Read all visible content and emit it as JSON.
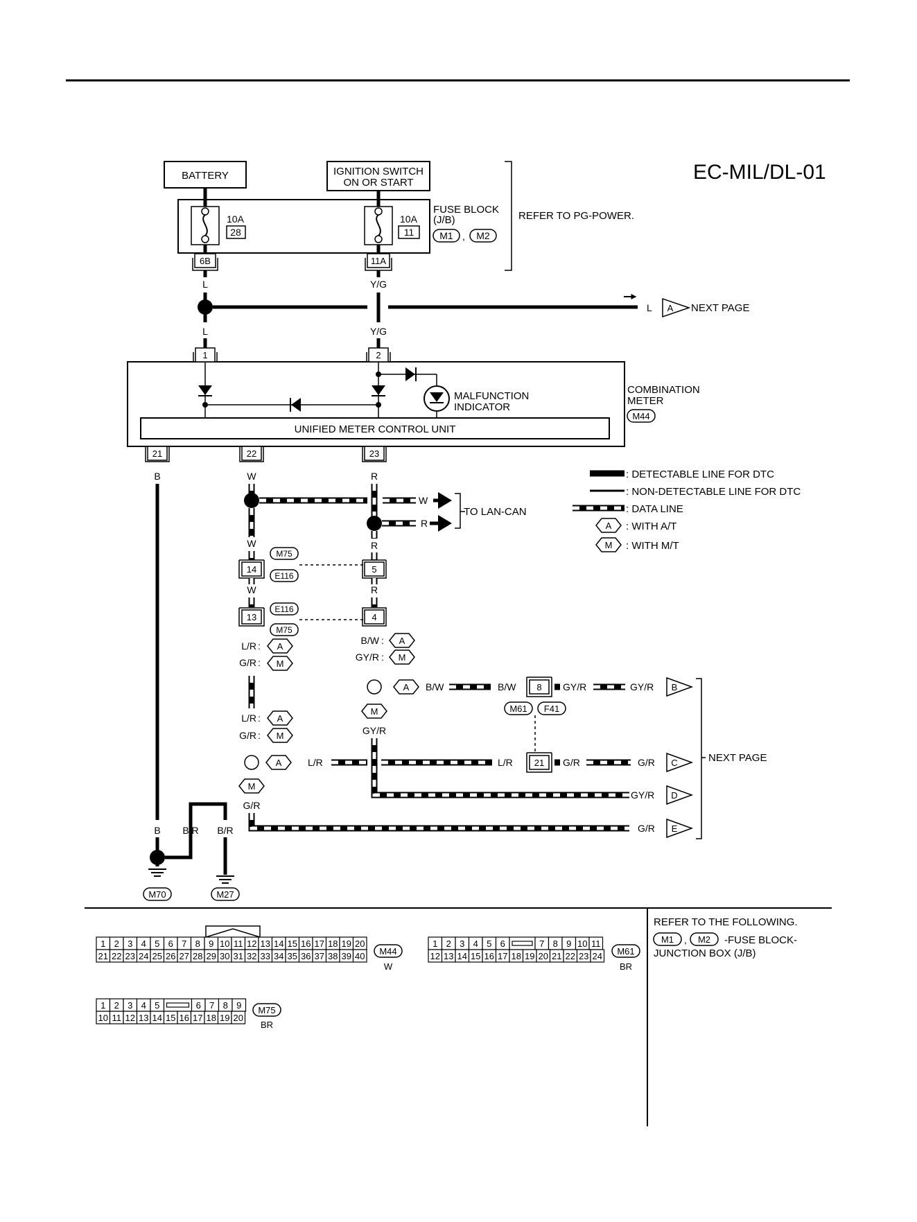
{
  "diagram_code": "EC-MIL/DL-01",
  "power": {
    "battery": "BATTERY",
    "ignition_line1": "IGNITION SWITCH",
    "ignition_line2": "ON OR START",
    "fuse_left_amp": "10A",
    "fuse_left_no": "28",
    "fuse_right_amp": "10A",
    "fuse_right_no": "11",
    "fuse_block_line1": "FUSE BLOCK",
    "fuse_block_line2": "(J/B)",
    "fuse_block_conn1": "M1",
    "fuse_block_conn2": "M2",
    "comma": ",",
    "refer_pg": "REFER TO PG-POWER.",
    "term_left": "6B",
    "term_right": "11A"
  },
  "wires": {
    "L": "L",
    "YG": "Y/G",
    "W": "W",
    "R": "R",
    "B": "B",
    "BR": "B/R",
    "LR": "L/R",
    "GR": "G/R",
    "BW": "B/W",
    "GYR": "GY/R",
    "sep": ":"
  },
  "meter": {
    "pin1": "1",
    "pin2": "2",
    "pin21": "21",
    "pin22": "22",
    "pin23": "23",
    "mi_line1": "MALFUNCTION",
    "mi_line2": "INDICATOR",
    "unit": "UNIFIED METER CONTROL UNIT",
    "name_line1": "COMBINATION",
    "name_line2": "METER",
    "conn": "M44"
  },
  "refs": {
    "next_page": "NEXT PAGE",
    "to_lan_can": "TO LAN-CAN",
    "A": "A",
    "B": "B",
    "C": "C",
    "D": "D",
    "E": "E",
    "M": "M"
  },
  "legend": {
    "detectable": ": DETECTABLE LINE FOR DTC",
    "non_detectable": ": NON-DETECTABLE LINE FOR DTC",
    "data_line": ": DATA LINE",
    "with_at": ": WITH A/T",
    "with_mt": ": WITH M/T"
  },
  "connectors": {
    "M75": "M75",
    "E116": "E116",
    "M61": "M61",
    "F41": "F41",
    "M70": "M70",
    "M27": "M27",
    "M44": "M44",
    "pin14": "14",
    "pin13": "13",
    "pin5": "5",
    "pin4": "4",
    "pin8": "8",
    "pin21": "21"
  },
  "connector_tables": {
    "m44": {
      "name": "M44",
      "color": "W",
      "row1": [
        "1",
        "2",
        "3",
        "4",
        "5",
        "6",
        "7",
        "8",
        "9",
        "10",
        "11",
        "12",
        "13",
        "14",
        "15",
        "16",
        "17",
        "18",
        "19",
        "20"
      ],
      "row2": [
        "21",
        "22",
        "23",
        "24",
        "25",
        "26",
        "27",
        "28",
        "29",
        "30",
        "31",
        "32",
        "33",
        "34",
        "35",
        "36",
        "37",
        "38",
        "39",
        "40"
      ]
    },
    "m61": {
      "name": "M61",
      "color": "BR",
      "row1": [
        "1",
        "2",
        "3",
        "4",
        "5",
        "6",
        "7",
        "8",
        "9",
        "10",
        "11"
      ],
      "row2": [
        "12",
        "13",
        "14",
        "15",
        "16",
        "17",
        "18",
        "19",
        "20",
        "21",
        "22",
        "23",
        "24"
      ]
    },
    "m75": {
      "name": "M75",
      "color": "BR",
      "row1": [
        "1",
        "2",
        "3",
        "4",
        "5",
        "6",
        "7",
        "8",
        "9"
      ],
      "row2": [
        "10",
        "11",
        "12",
        "13",
        "14",
        "15",
        "16",
        "17",
        "18",
        "19",
        "20"
      ]
    }
  },
  "refer_following": {
    "line1": "REFER TO THE FOLLOWING.",
    "conn1": "M1",
    "conn2": "M2",
    "comma": ",",
    "text": "-FUSE BLOCK-",
    "line3": "JUNCTION BOX (J/B)"
  }
}
